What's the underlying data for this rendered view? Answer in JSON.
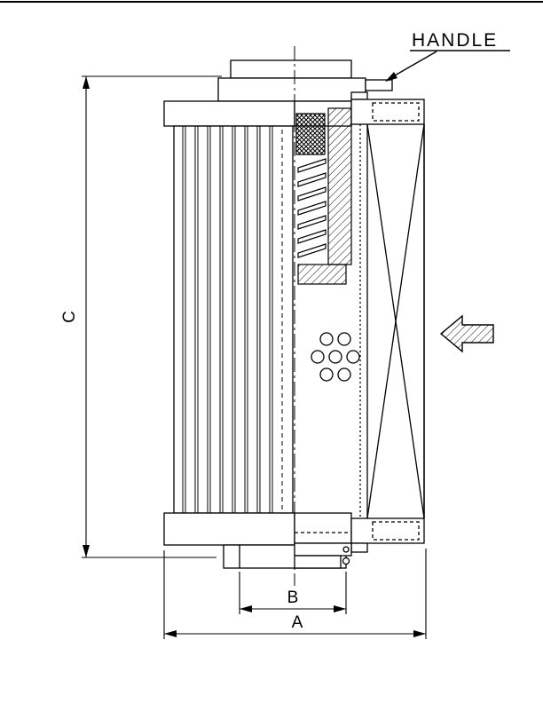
{
  "drawing": {
    "handle_callout": "HANDLE",
    "dimensions": {
      "overall_height": "C",
      "port_width": "B",
      "overall_width": "A"
    }
  },
  "colors": {
    "line": "#000000",
    "background": "#ffffff"
  }
}
